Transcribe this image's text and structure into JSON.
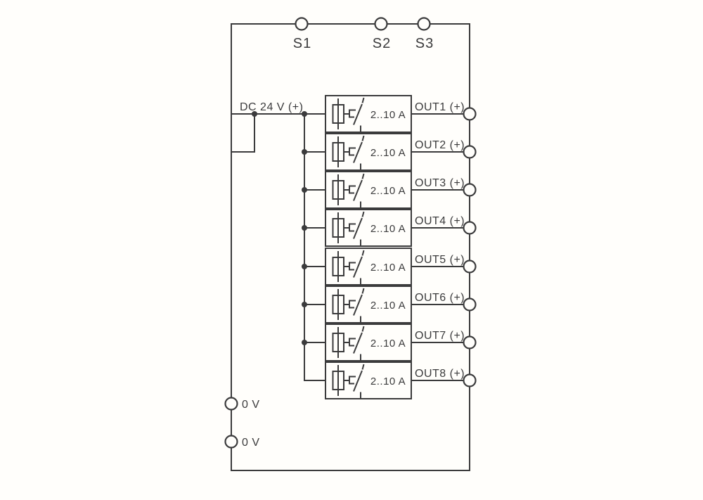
{
  "colors": {
    "background": "#fffefb",
    "ink": "#3b3b3c"
  },
  "diagram": {
    "supply_label": "DC 24 V (+)",
    "signal_terminals": [
      "S1",
      "S2",
      "S3"
    ],
    "ground_terminals": [
      "0 V",
      "0 V"
    ],
    "channels": [
      {
        "out_label": "OUT1 (+)",
        "rating": "2..10 A"
      },
      {
        "out_label": "OUT2 (+)",
        "rating": "2..10 A"
      },
      {
        "out_label": "OUT3 (+)",
        "rating": "2..10 A"
      },
      {
        "out_label": "OUT4 (+)",
        "rating": "2..10 A"
      },
      {
        "out_label": "OUT5 (+)",
        "rating": "2..10 A"
      },
      {
        "out_label": "OUT6 (+)",
        "rating": "2..10 A"
      },
      {
        "out_label": "OUT7 (+)",
        "rating": "2..10 A"
      },
      {
        "out_label": "OUT8 (+)",
        "rating": "2..10 A"
      }
    ]
  }
}
